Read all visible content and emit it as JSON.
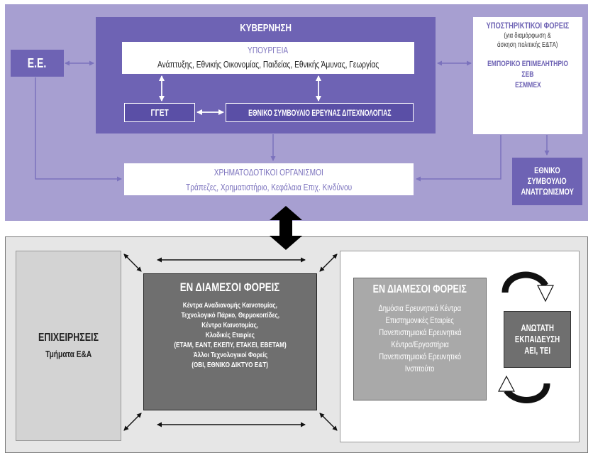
{
  "colors": {
    "top_panel": "#a79fd1",
    "dark_purple": "#6e63b4",
    "light_purple": "#b7b0dd",
    "white": "#ffffff",
    "bottom_panel": "#e6e6e6",
    "gray_dark": "#6f6f6f",
    "gray_mid": "#a9a9a9",
    "gray_box": "#d3d3d3",
    "arrow_purple": "#7b72bd",
    "text_purple": "#6e63b4"
  },
  "top": {
    "ee": {
      "label": "Ε.Ε."
    },
    "government": {
      "title": "ΚΥΒΕΡΝΗΣΗ",
      "ministries_title": "ΥΠΟΥΡΓΕΙΑ",
      "ministries_list": "Ανάπτυξης, Εθνικής Οικονομίας, Παιδείας, Εθνικής Άμυνας, Γεωργίας",
      "gsrt": "ΓΓΕΤ",
      "council": "ΕΘΝΙΚΟ ΣΥΜΒΟΥΛΙΟ ΕΡΕΥΝΑΣ ΔΙΤΕΧΝΟΛΟΓΙΑΣ"
    },
    "support": {
      "title": "ΥΠΟΣΤΗΡΙΚΤΙΚΟΙ ΦΟΡΕΙΣ",
      "subtitle_1": "(για διαμόρφωση &",
      "subtitle_2": "άσκηση πολιτικής Ε&ΤΑ)",
      "item_1": "ΕΜΠΟΡΙΚΟ ΕΠΙΜΕΛΗΤΗΡΙΟ",
      "item_2": "ΣΕΒ",
      "item_3": "ΕΣΜΜΕΧ"
    },
    "finance": {
      "title": "ΧΡΗΜΑΤΟΔΟΤΙΚΟΙ ΟΡΓΑΝΙΣΜΟΙ",
      "list": "Τράπεζες, Χρηματιστήριο, Κεφάλαια Επιχ. Κινδύνου"
    },
    "competitiveness": {
      "line_1": "ΕΘΝΙΚΟ",
      "line_2": "ΣΥΜΒΟΥΛΙΟ",
      "line_3": "ΑΝΑΤΓΩΝΙΣΜΟΥ"
    }
  },
  "bottom": {
    "business": {
      "title": "ΕΠΙΧΕΙΡΗΣΕΙΣ",
      "subtitle": "Τμήματα Ε&Α"
    },
    "intermediaries": {
      "title": "ΕΝ ΔΙΑΜΕΣΟΙ ΦΟΡΕΙΣ",
      "lines": [
        "Κέντρα Αναδιανομής Καινοτομίας,",
        "Τεχνολογικό Πάρκο, Θερμοκοιτίδες,",
        "Κέντρα Καινοτομίας,",
        "Κλαδικές Εταιρίες",
        "(ΕΤΑΜ, ΕΑΝΤ, ΕΚΕΠΥ, ΕΤΑΚΕΙ, ΕΒΕΤΑΜ)",
        "Άλλοι Τεχνολογικοί Φορείς",
        "(ΟΒΙ, ΕΘΝΙΚΟ ΔΙΚΤΥΟ Ε&Τ)"
      ]
    },
    "research": {
      "title": "ΕΝ ΔΙΑΜΕΣΟΙ ΦΟΡΕΙΣ",
      "lines": [
        "Δημόσια Ερευνητικά Κέντρα",
        "Επιστημονικές Εταιρίες",
        "Πανεπιστημιακά Ερευνητικά",
        "Κέντρα/Εργαστήρια",
        "Πανεπιστημιακό Ερευνητικό",
        "Ινστιτούτο"
      ]
    },
    "higher_ed": {
      "line_1": "ΑΝΩΤΑΤΗ",
      "line_2": "ΕΚΠΑΙΔΕΥΣΗ",
      "line_3": "ΑΕΙ, ΤΕΙ"
    }
  }
}
